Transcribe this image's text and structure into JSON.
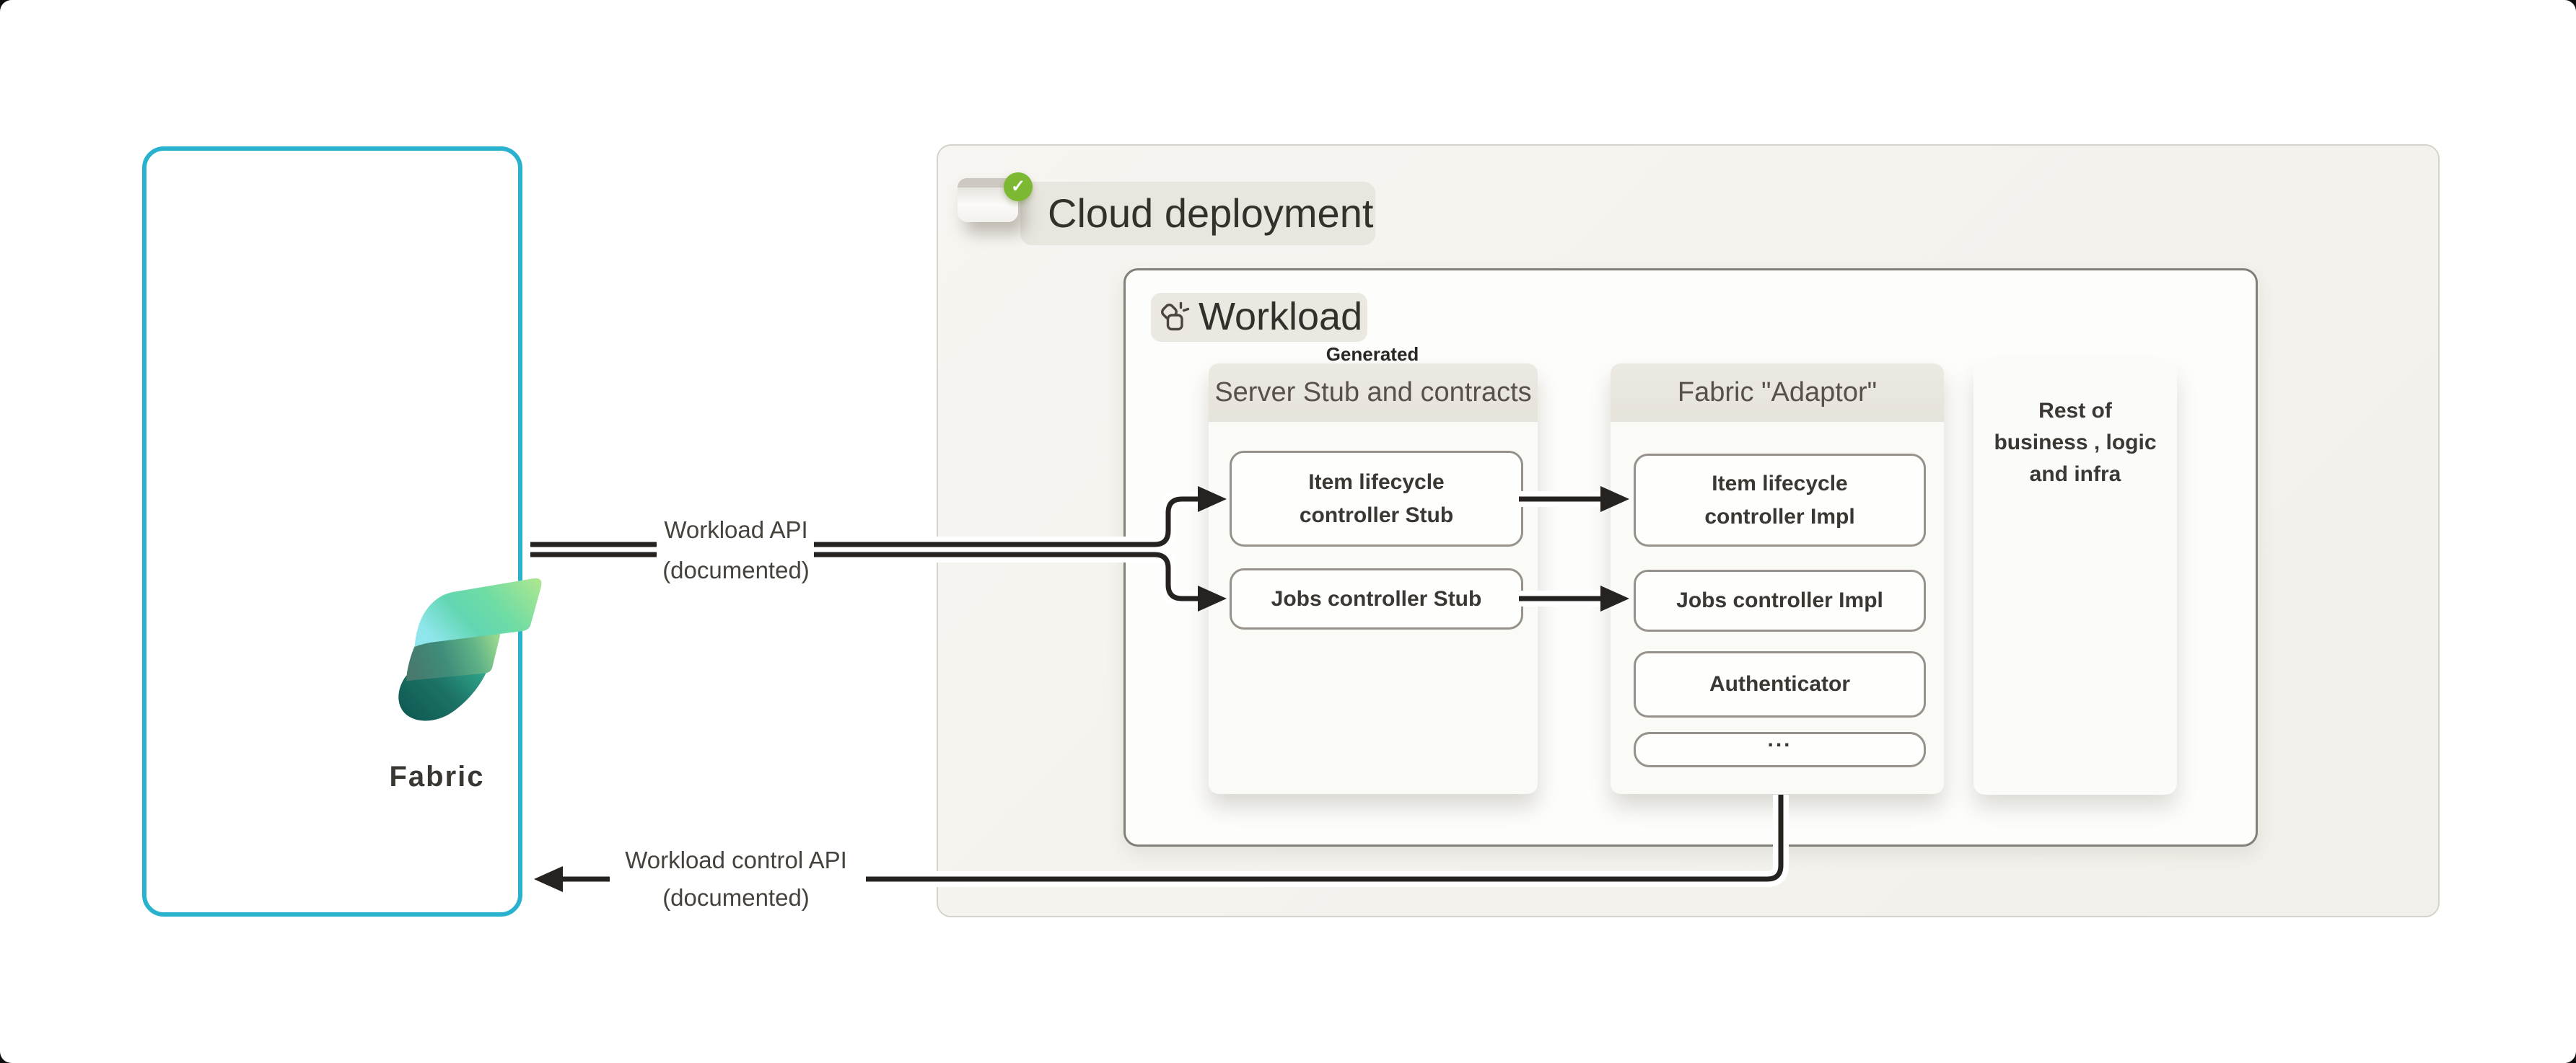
{
  "fabric": {
    "label": "Fabric"
  },
  "cloud": {
    "label": "Cloud deployment",
    "check_glyph": "✓"
  },
  "workload": {
    "label": "Workload",
    "generated": "Generated"
  },
  "server_column": {
    "header": "Server Stub and contracts",
    "boxes": [
      {
        "lines": [
          "Item lifecycle",
          "controller Stub"
        ]
      },
      {
        "lines": [
          "Jobs controller Stub"
        ]
      }
    ]
  },
  "adaptor_column": {
    "header": "Fabric \"Adaptor\"",
    "boxes": [
      {
        "lines": [
          "Item lifecycle",
          "controller Impl"
        ]
      },
      {
        "lines": [
          "Jobs controller Impl"
        ]
      },
      {
        "lines": [
          "Authenticator"
        ]
      },
      {
        "lines": [
          "..."
        ]
      }
    ]
  },
  "rest_box": {
    "lines": [
      "Rest of",
      "business , logic",
      "and infra"
    ]
  },
  "links": {
    "workload_api": {
      "title": "Workload API",
      "subtitle": "(documented)"
    },
    "control_api": {
      "title": "Workload control API",
      "subtitle": "(documented)"
    }
  },
  "colors": {
    "accent_cyan": "#28b2ce",
    "check_green": "#7cb832",
    "wire": "#25221f",
    "panel_bg": "#f4f2ec",
    "pill_bg": "#e8e6df"
  }
}
